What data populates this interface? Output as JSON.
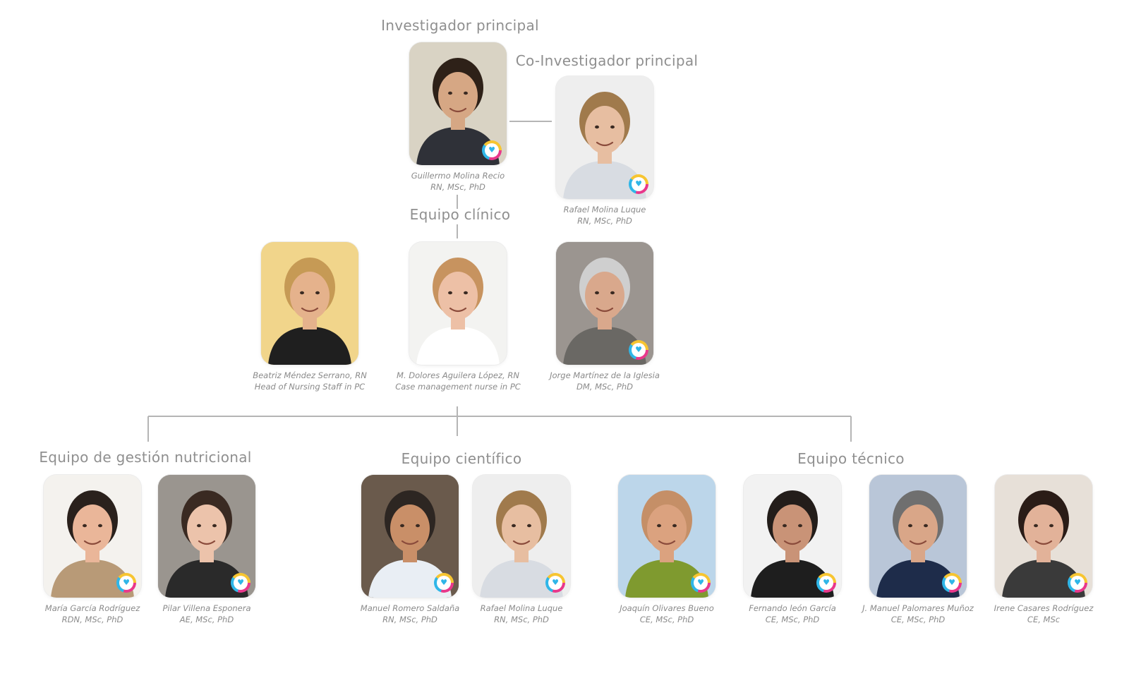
{
  "colors": {
    "connector": "#b5b5b5",
    "heading": "#8f8f8f",
    "caption": "#8a8a8a",
    "badge_yellow": "#f7c531",
    "badge_pink": "#e9388b",
    "badge_blue": "#2fb6e8"
  },
  "badge_icon": "heart-logo-icon",
  "headings": {
    "pi": "Investigador principal",
    "copi": "Co-Investigador principal",
    "clinical": "Equipo clínico",
    "nutrition": "Equipo de gestión nutricional",
    "scientific": "Equipo científico",
    "technical": "Equipo técnico"
  },
  "people": [
    {
      "id": "molina-recio",
      "name": "Guillermo Molina Recio",
      "role": "RN, MSc, PhD",
      "bg": "#d9d3c4",
      "skin": "#d6a784",
      "hair": "#2e2118",
      "shirt": "#2f3138",
      "badge": true
    },
    {
      "id": "molina-luque-copi",
      "name": "Rafael Molina Luque",
      "role": "RN, MSc, PhD",
      "bg": "#eeeeee",
      "skin": "#e7bea1",
      "hair": "#a07a4c",
      "shirt": "#d8dce2",
      "badge": true
    },
    {
      "id": "mendez-serrano",
      "name": "Beatriz Méndez Serrano, RN",
      "role": "Head of Nursing Staff in PC",
      "bg": "#f1d58b",
      "skin": "#e5b28c",
      "hair": "#c69a55",
      "shirt": "#1f1f1f",
      "badge": false
    },
    {
      "id": "aguilera-lopez",
      "name": "M. Dolores Aguilera López, RN",
      "role": "Case management nurse in PC",
      "bg": "#f3f3f1",
      "skin": "#edc0a6",
      "hair": "#c7935f",
      "shirt": "#ffffff",
      "badge": false
    },
    {
      "id": "martinez-iglesia",
      "name": "Jorge Martínez de la Iglesia",
      "role": "DM, MSc, PhD",
      "bg": "#9b9590",
      "skin": "#d9a88c",
      "hair": "#cfcfcf",
      "shirt": "#6a6864",
      "badge": true
    },
    {
      "id": "garcia-rodriguez",
      "name": "María García Rodríguez",
      "role": "RDN, MSc, PhD",
      "bg": "#f4f2ee",
      "skin": "#eab699",
      "hair": "#2a211c",
      "shirt": "#b89a77",
      "badge": true
    },
    {
      "id": "villena-esponera",
      "name": "Pilar Villena Esponera",
      "role": "AE, MSc, PhD",
      "bg": "#9a958f",
      "skin": "#ecc3ab",
      "hair": "#3a2a22",
      "shirt": "#2a2a2a",
      "badge": true
    },
    {
      "id": "romero-saldana",
      "name": "Manuel Romero Saldaña",
      "role": "RN, MSc, PhD",
      "bg": "#6a5a4c",
      "skin": "#c98f68",
      "hair": "#2d2622",
      "shirt": "#e9eef4",
      "badge": true
    },
    {
      "id": "molina-luque-sci",
      "name": "Rafael Molina Luque",
      "role": "RN, MSc, PhD",
      "bg": "#eeeeee",
      "skin": "#e7bea1",
      "hair": "#a07a4c",
      "shirt": "#d8dce2",
      "badge": true
    },
    {
      "id": "olivares-bueno",
      "name": "Joaquín Olivares Bueno",
      "role": "CE, MSc, PhD",
      "bg": "#bcd6ea",
      "skin": "#dba27f",
      "hair": "#c58f67",
      "shirt": "#7f9a2f",
      "badge": true
    },
    {
      "id": "leon-garcia",
      "name": "Fernando león García",
      "role": "CE, MSc, PhD",
      "bg": "#f2f2f2",
      "skin": "#c99377",
      "hair": "#231d1a",
      "shirt": "#1e1e1e",
      "badge": true
    },
    {
      "id": "palomares-munoz",
      "name": "J. Manuel Palomares Muñoz",
      "role": "CE, MSc, PhD",
      "bg": "#b9c6d8",
      "skin": "#d9a688",
      "hair": "#6f6f6f",
      "shirt": "#1e2c4a",
      "badge": true
    },
    {
      "id": "casares-rodriguez",
      "name": "Irene Casares Rodríguez",
      "role": "CE, MSc",
      "bg": "#e7e0d8",
      "skin": "#e2b299",
      "hair": "#2a1c17",
      "shirt": "#3a3a3a",
      "badge": true
    }
  ]
}
